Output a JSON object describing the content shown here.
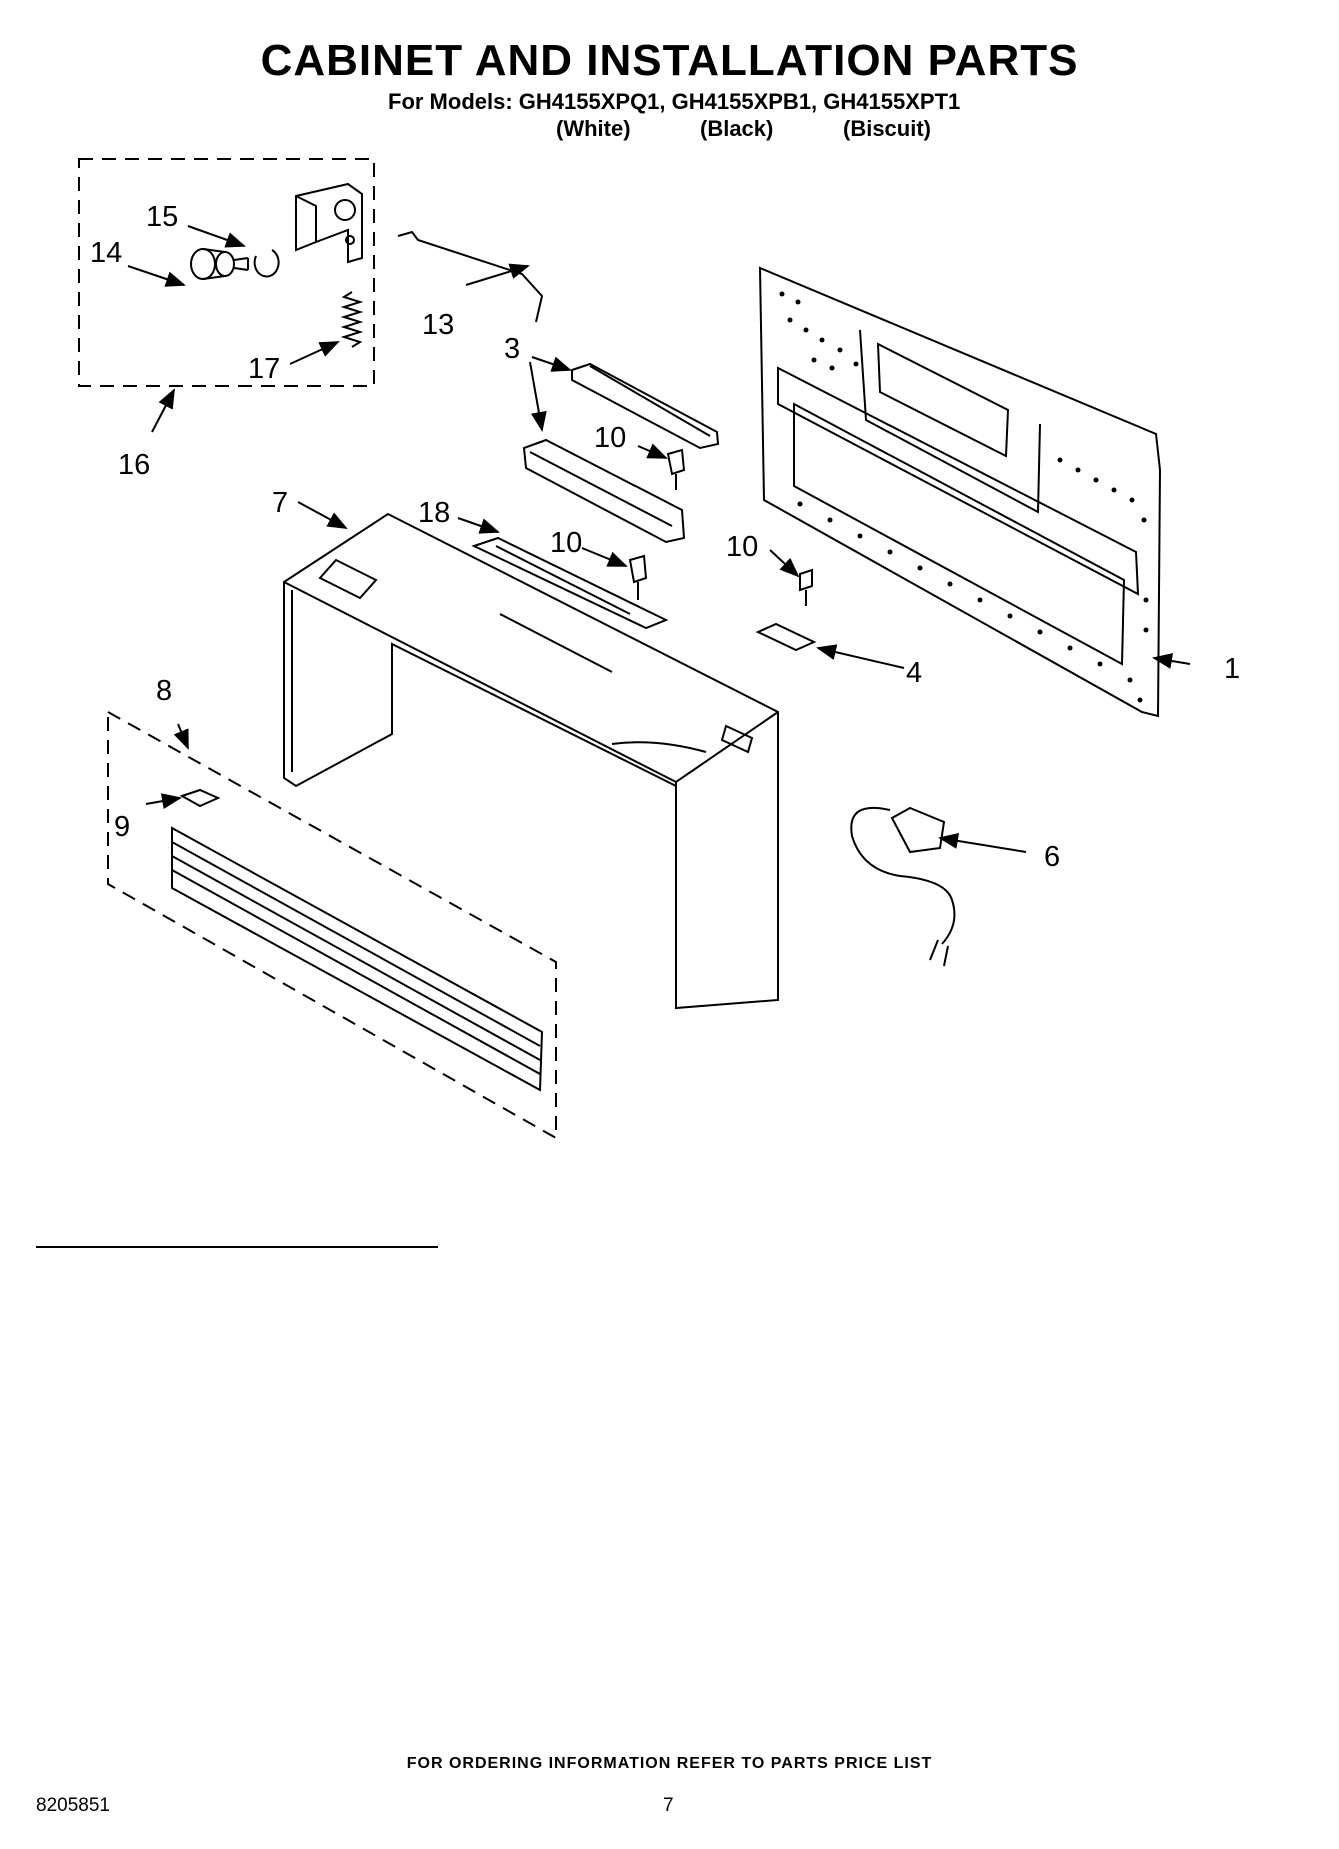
{
  "header": {
    "title": "CABINET AND INSTALLATION PARTS",
    "models_line": "For Models: GH4155XPQ1, GH4155XPB1, GH4155XPT1",
    "variants": [
      "(White)",
      "(Black)",
      "(Biscuit)"
    ]
  },
  "callouts": {
    "c1": "1",
    "c3": "3",
    "c4": "4",
    "c6": "6",
    "c7": "7",
    "c8": "8",
    "c9": "9",
    "c10a": "10",
    "c10b": "10",
    "c10c": "10",
    "c13": "13",
    "c14": "14",
    "c15": "15",
    "c16": "16",
    "c17": "17",
    "c18": "18"
  },
  "footer": {
    "ordering_note": "FOR ORDERING INFORMATION REFER TO PARTS PRICE LIST",
    "doc_number": "8205851",
    "page_number": "7"
  }
}
